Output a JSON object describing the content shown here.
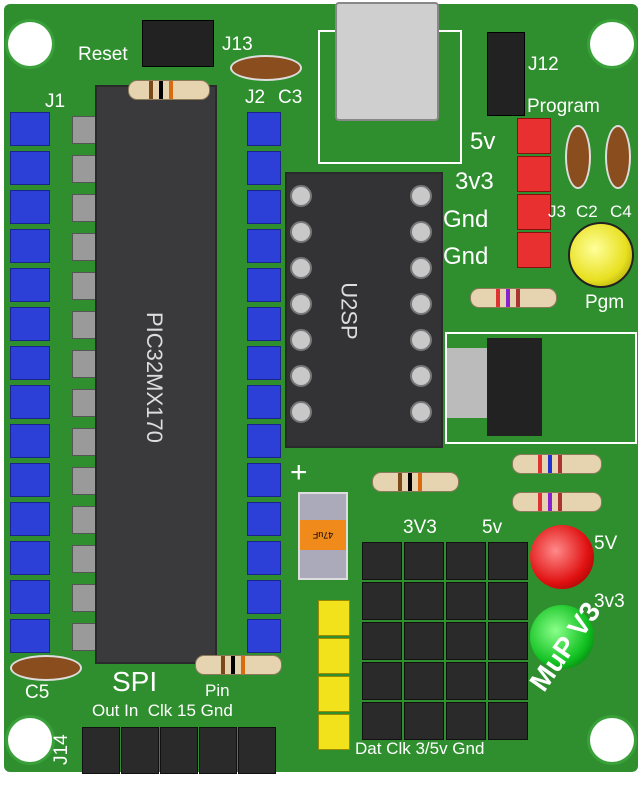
{
  "labels": {
    "reset": "Reset",
    "j13": "J13",
    "j1": "J1",
    "j2": "J2",
    "c3": "C3",
    "j12": "J12",
    "program": "Program",
    "v5": "5v",
    "v3v3": "3v3",
    "gnd1": "Gnd",
    "gnd2": "Gnd",
    "j3": "J3",
    "c2": "C2",
    "c4": "C4",
    "pgm": "Pgm",
    "u2sp": "U2SP",
    "pic": "PIC32MX170",
    "hdr_3v3": "3V3",
    "hdr_5v": "5v",
    "led_5v": "5V",
    "led_3v3": "3v3",
    "brand": "MuP V3",
    "spi": "SPI",
    "spi_pins": "Out In  Clk 15 Gnd",
    "pin": "Pin",
    "c5": "C5",
    "j14": "J14",
    "prog_pins": "Dat Clk 3/5v Gnd",
    "cap_value": "47uF",
    "plus": "+"
  },
  "colors": {
    "board": "#2f8f2f",
    "header_blue": "#2c3fd6",
    "header_red": "#e83030",
    "header_yellow": "#f2e21c"
  }
}
